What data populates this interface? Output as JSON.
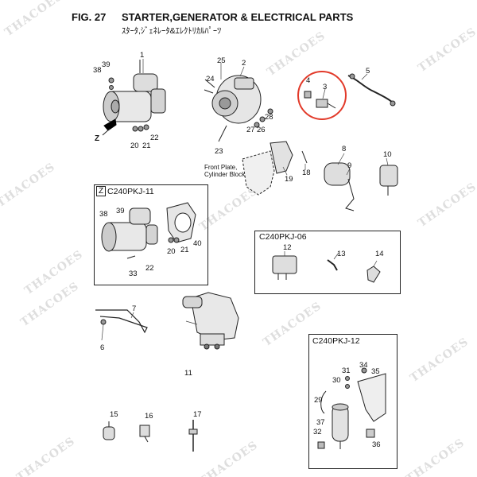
{
  "header": {
    "fig": "FIG. 27",
    "title": "STARTER,GENERATOR & ELECTRICAL PARTS",
    "subtitle_jp": "ｽﾀｰﾀ,ｼﾞｪﾈﾚｰﾀ&ｴﾚｸﾄﾘｶﾙﾊﾟｰﾂ"
  },
  "watermark": "THACOES",
  "insets": {
    "z_marker": "Z",
    "z_label": "C240PKJ-11",
    "b_label": "C240PKJ-06",
    "c_label": "C240PKJ-12"
  },
  "notes": {
    "front_plate_line1": "Front Plate,",
    "front_plate_line2": "Cylinder Block",
    "view_z": "Z"
  },
  "callouts": [
    "1",
    "39",
    "38",
    "2",
    "25",
    "24",
    "3",
    "4",
    "5",
    "28",
    "27",
    "26",
    "22",
    "21",
    "20",
    "23",
    "8",
    "9",
    "10",
    "18",
    "19",
    "39",
    "38",
    "40",
    "21",
    "20",
    "22",
    "33",
    "12",
    "13",
    "14",
    "7",
    "6",
    "11",
    "31",
    "34",
    "30",
    "35",
    "29",
    "37",
    "32",
    "36",
    "15",
    "16",
    "17"
  ]
}
